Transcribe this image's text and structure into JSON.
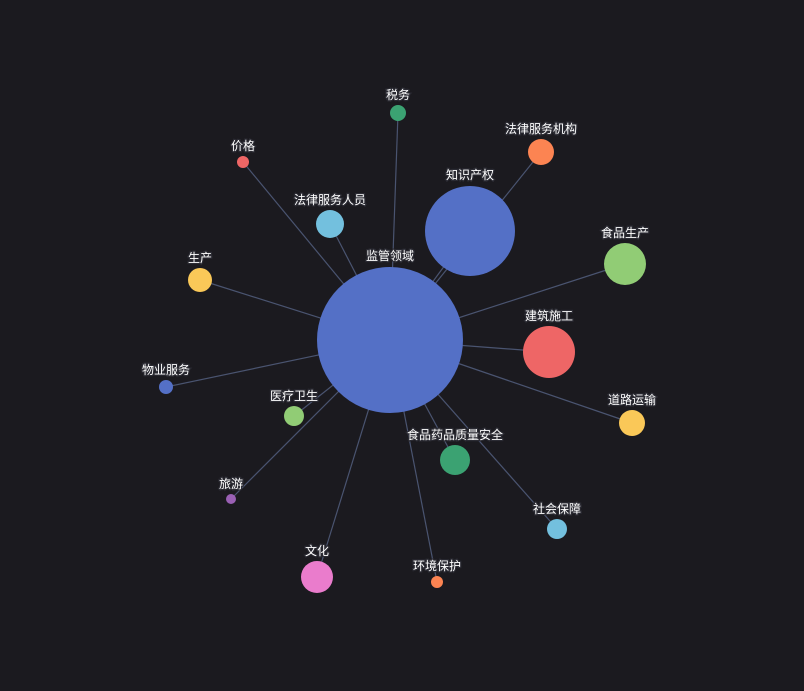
{
  "graph": {
    "center": {
      "id": "center",
      "label": "监管领域",
      "color": "#5470c6"
    },
    "nodes": [
      {
        "id": "zscq",
        "label": "知识产权",
        "color": "#5470c6"
      },
      {
        "id": "swu",
        "label": "税务",
        "color": "#3ba272"
      },
      {
        "id": "flfwjg",
        "label": "法律服务机构",
        "color": "#fc8452"
      },
      {
        "id": "spsc",
        "label": "食品生产",
        "color": "#91cc75"
      },
      {
        "id": "jzsg",
        "label": "建筑施工",
        "color": "#ee6666"
      },
      {
        "id": "dlys",
        "label": "道路运输",
        "color": "#fac858"
      },
      {
        "id": "shbz",
        "label": "社会保障",
        "color": "#73c0de"
      },
      {
        "id": "spyp",
        "label": "食品药品质量安全",
        "color": "#3ba272"
      },
      {
        "id": "hjbh",
        "label": "环境保护",
        "color": "#fc8452"
      },
      {
        "id": "wh",
        "label": "文化",
        "color": "#ea7ccc"
      },
      {
        "id": "ly",
        "label": "旅游",
        "color": "#9a60b4"
      },
      {
        "id": "ylws",
        "label": "医疗卫生",
        "color": "#91cc75"
      },
      {
        "id": "wyfw",
        "label": "物业服务",
        "color": "#5470c6"
      },
      {
        "id": "sc",
        "label": "生产",
        "color": "#fac858"
      },
      {
        "id": "flfwry",
        "label": "法律服务人员",
        "color": "#73c0de"
      },
      {
        "id": "jg",
        "label": "价格",
        "color": "#ee6666"
      }
    ]
  }
}
